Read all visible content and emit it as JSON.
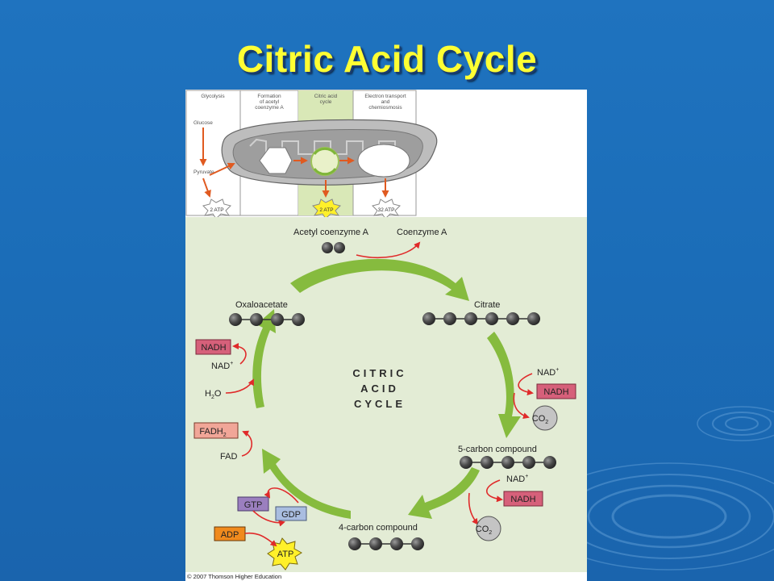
{
  "slide": {
    "title": "Citric Acid Cycle",
    "background_color": "#1b6db8",
    "title_color": "#ffff33"
  },
  "overview": {
    "stages": [
      {
        "label": "Glycolysis"
      },
      {
        "label": "Formation\nof acetyl\ncoenzyme A"
      },
      {
        "label": "Citric acid\ncycle"
      },
      {
        "label": "Electron transport\nand\nchemiosmosis"
      }
    ],
    "glucose": "Glucose",
    "pyruvate": "Pyruvate",
    "atp_yields": [
      "2 ATP",
      "2 ATP",
      "32 ATP"
    ]
  },
  "cycle": {
    "center_label": [
      "CITRIC",
      "ACID",
      "CYCLE"
    ],
    "acetyl_coa": "Acetyl coenzyme A",
    "coenzyme_a": "Coenzyme A",
    "citrate": "Citrate",
    "oxaloacetate": "Oxaloacetate",
    "five_carbon": "5-carbon compound",
    "four_carbon": "4-carbon compound",
    "nad_plus": "NAD",
    "nadh": "NADH",
    "co2": "CO",
    "h2o": "H",
    "h2o_tail": "O",
    "fadh2": "FADH",
    "fad": "FAD",
    "gtp": "GTP",
    "gdp": "GDP",
    "adp": "ADP",
    "atp": "ATP",
    "copyright": "© 2007 Thomson Higher Education",
    "colors": {
      "panel": "#e3ecd5",
      "arrow_green": "#86bb3e",
      "nadh_box": "#d6607a",
      "fadh_box": "#f1a698",
      "gtp_box": "#9b7fbf",
      "gdp_box": "#a9bde0",
      "adp_box": "#f08a1d",
      "atp_star": "#fff02a",
      "red_arrow": "#e02a2a",
      "carbon": "#4a4a4a"
    }
  }
}
